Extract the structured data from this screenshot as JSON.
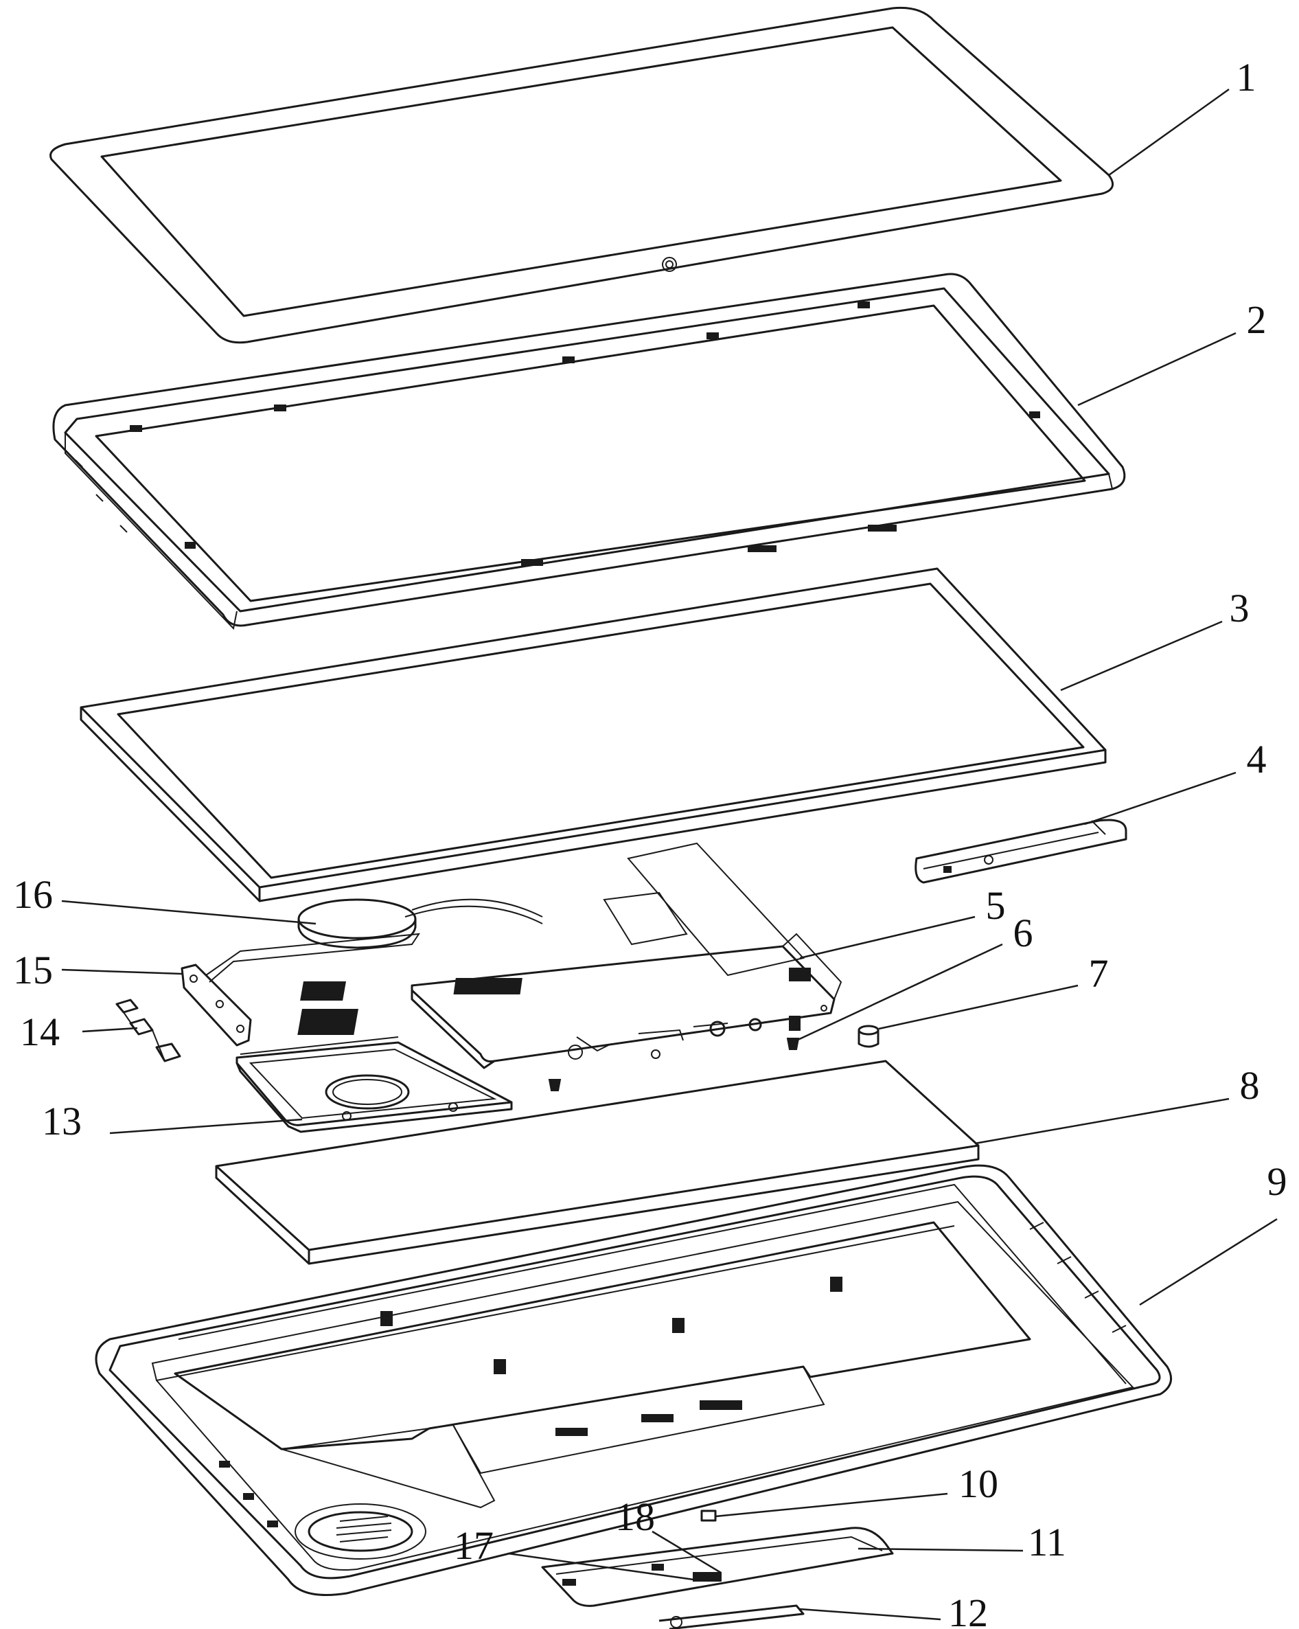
{
  "labels": {
    "l1": "1",
    "l2": "2",
    "l3": "3",
    "l4": "4",
    "l5": "5",
    "l6": "6",
    "l7": "7",
    "l8": "8",
    "l9": "9",
    "l10": "10",
    "l11": "11",
    "l12": "12",
    "l13": "13",
    "l14": "14",
    "l15": "15",
    "l16": "16",
    "l17": "17",
    "l18": "18"
  },
  "colors": {
    "line": "#1a1a1a",
    "background": "#ffffff"
  }
}
